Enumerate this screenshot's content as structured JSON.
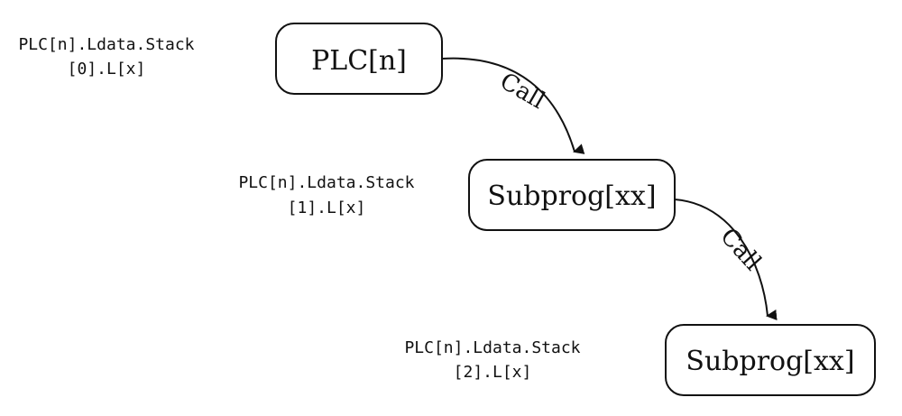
{
  "nodes": [
    {
      "id": "plc",
      "label": "PLC[n]"
    },
    {
      "id": "subprog1",
      "label": "Subprog[xx]"
    },
    {
      "id": "subprog2",
      "label": "Subprog[xx]"
    }
  ],
  "annotations": [
    {
      "line1": "PLC[n].Ldata.Stack",
      "line2": "[0].L[x]"
    },
    {
      "line1": "PLC[n].Ldata.Stack",
      "line2": "[1].L[x]"
    },
    {
      "line1": "PLC[n].Ldata.Stack",
      "line2": "[2].L[x]"
    }
  ],
  "edges": [
    {
      "from": "plc",
      "to": "subprog1",
      "label": "Call"
    },
    {
      "from": "subprog1",
      "to": "subprog2",
      "label": "Call"
    }
  ]
}
